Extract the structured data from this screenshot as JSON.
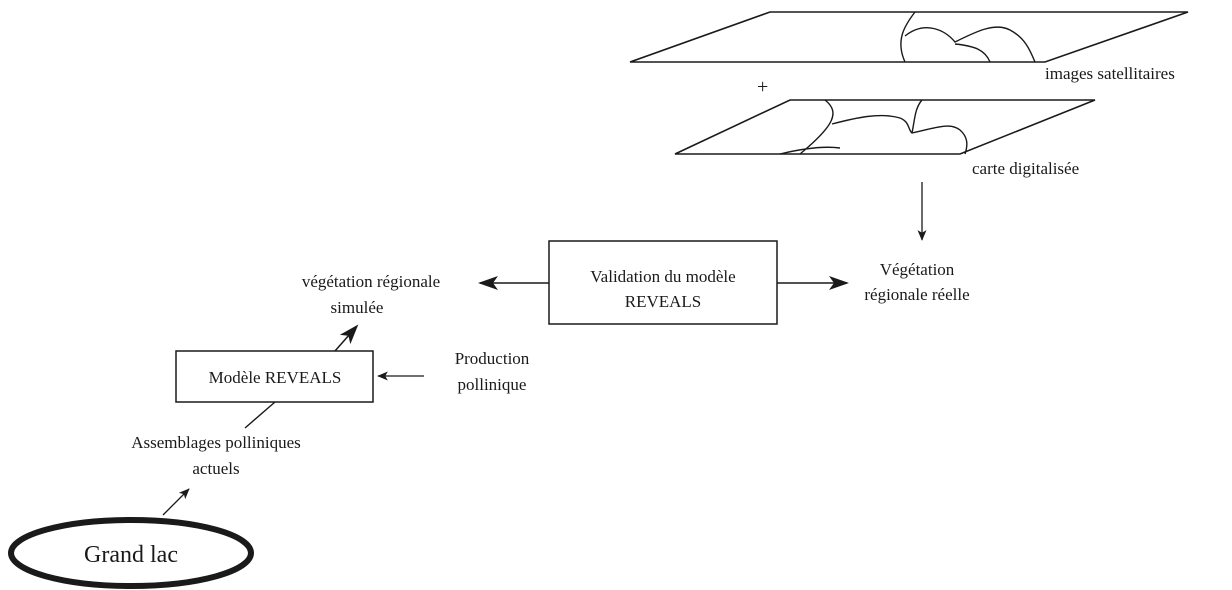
{
  "nodes": {
    "satellite_label": "images satellitaires",
    "plus_sign": "+",
    "map_label": "carte digitalisée",
    "validation_box": {
      "line1": "Validation du modèle",
      "line2": "REVEALS"
    },
    "simulated_vegetation": {
      "line1": "végétation régionale",
      "line2": "simulée"
    },
    "real_vegetation": {
      "line1": "Végétation",
      "line2": "régionale réelle"
    },
    "reveals_box": "Modèle REVEALS",
    "pollen_production": {
      "line1": "Production",
      "line2": "pollinique"
    },
    "pollen_assemblages": {
      "line1": "Assemblages polliniques",
      "line2": "actuels"
    },
    "lake": "Grand lac"
  },
  "colors": {
    "ink": "#1a1a1a",
    "background": "#ffffff"
  }
}
